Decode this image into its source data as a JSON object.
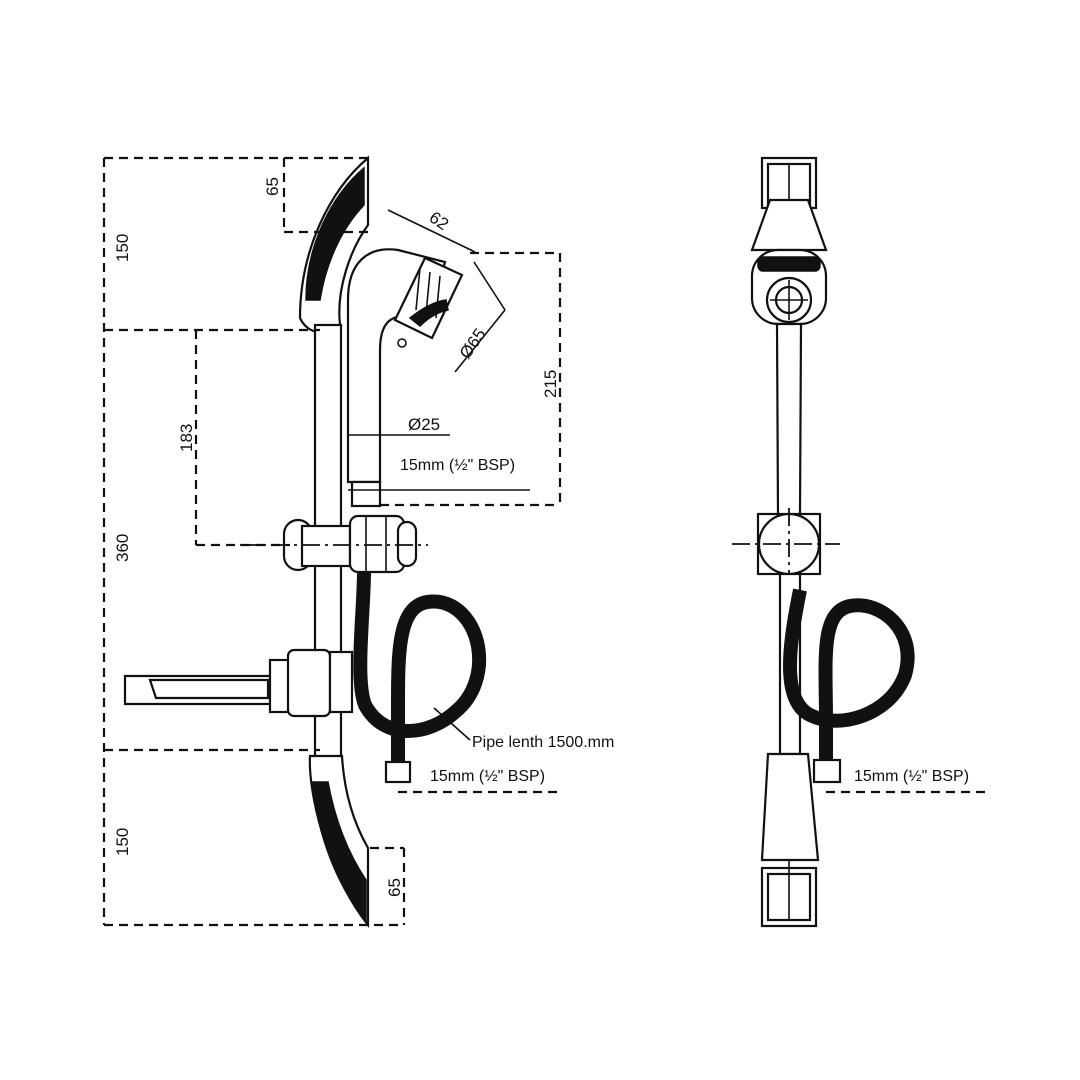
{
  "dimensions": {
    "top_150": "150",
    "top_65": "65",
    "head_62": "62",
    "head_dia65": "Ø65",
    "height_215": "215",
    "dia25": "Ø25",
    "conn_head": "15mm (½\" BSP)",
    "slide_183": "183",
    "rail_360": "360",
    "pipe": "Pipe lenth 1500.mm",
    "conn_bottom": "15mm (½\" BSP)",
    "bottom_150": "150",
    "bottom_65": "65",
    "conn_side": "15mm (½\" BSP)"
  }
}
